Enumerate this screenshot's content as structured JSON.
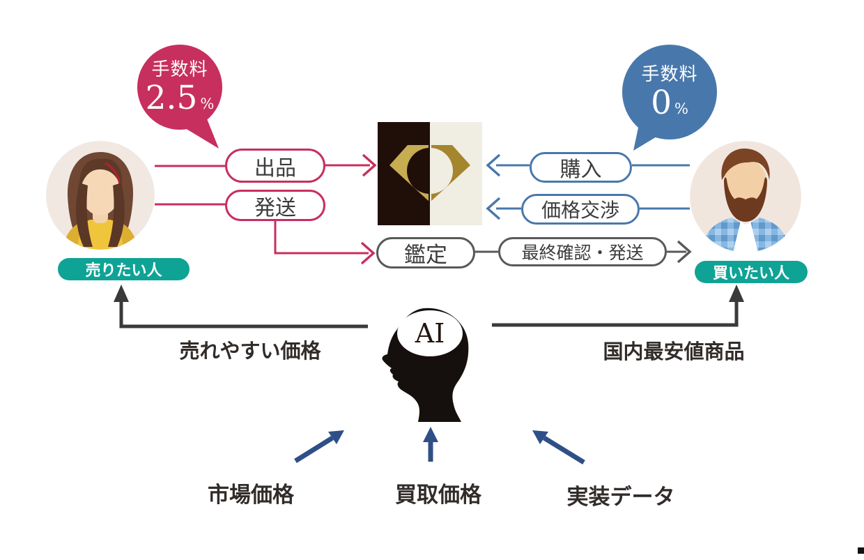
{
  "seller": {
    "fee_label": "手数料",
    "fee_value": "2.5",
    "fee_unit": "%",
    "role": "売りたい人",
    "actions": {
      "listing": "出品",
      "shipping": "発送"
    }
  },
  "buyer": {
    "fee_label": "手数料",
    "fee_value": "0",
    "fee_unit": "%",
    "role": "買いたい人",
    "actions": {
      "purchase": "購入",
      "negotiation": "価格交渉"
    }
  },
  "process": {
    "appraisal": "鑑定",
    "final_confirmation": "最終確認・発送"
  },
  "ai": {
    "label": "AI",
    "output_to_seller": "売れやすい価格",
    "output_to_buyer": "国内最安値商品",
    "inputs": [
      "市場価格",
      "買取価格",
      "実装データ"
    ]
  },
  "colors": {
    "crimson": "#c72f5e",
    "blue": "#4878ab",
    "teal": "#0fa396",
    "navy": "#2f4f87",
    "gray": "#595959",
    "dark_line": "#3a3a3a",
    "logo_dark": "#200f08",
    "logo_cream": "#f0ede3",
    "logo_gold_light": "#c7ad52",
    "logo_gold_dark": "#a5852d"
  }
}
